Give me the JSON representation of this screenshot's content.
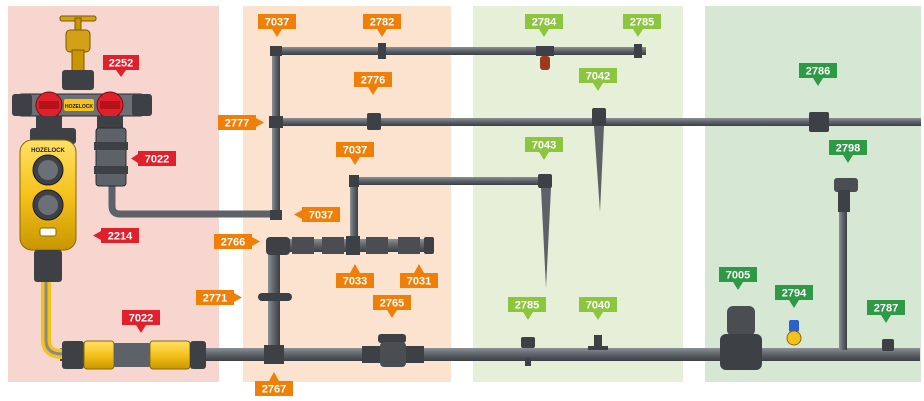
{
  "palette": {
    "red": "#e2202c",
    "orange": "#f07f09",
    "lime": "#8cc63f",
    "green": "#2e9a45",
    "zone_red_bg": "#f7d6cf",
    "zone_orange_bg": "#fbe3cf",
    "zone_lime_bg": "#e6efd8",
    "zone_green_bg": "#d6e8d3",
    "pipe": "#5d6268",
    "hozelock_yellow": "#f5c21c"
  },
  "brand": {
    "timer_logo": "HOZELOCK",
    "splitter_logo": "HOZELOCK"
  },
  "labels": {
    "l2252": "2252",
    "l7022a": "7022",
    "l2214": "2214",
    "l7022b": "7022",
    "l7037a": "7037",
    "l2782": "2782",
    "l2776": "2776",
    "l2777": "2777",
    "l7037b": "7037",
    "l7037c": "7037",
    "l2766": "2766",
    "l7033": "7033",
    "l7031": "7031",
    "l2771": "2771",
    "l2765": "2765",
    "l2767": "2767",
    "l2784": "2784",
    "l2785a": "2785",
    "l7042": "7042",
    "l7043": "7043",
    "l2785b": "2785",
    "l7040": "7040",
    "l2786": "2786",
    "l2798": "2798",
    "l7005": "7005",
    "l2794": "2794",
    "l2787": "2787"
  }
}
